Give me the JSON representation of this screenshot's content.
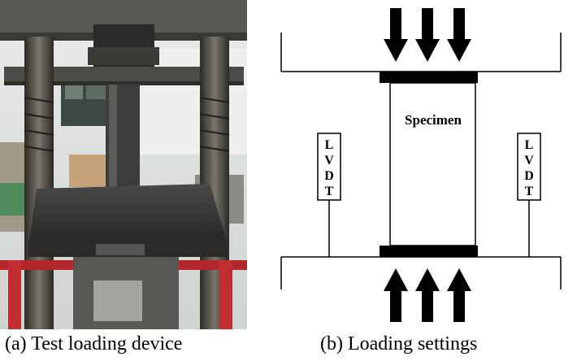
{
  "captions": {
    "a": "(a) Test loading device",
    "b": "(b) Loading settings"
  },
  "diagram": {
    "specimen_label": "Specimen",
    "lvdt_left": [
      "L",
      "V",
      "D",
      "T"
    ],
    "lvdt_right": [
      "L",
      "V",
      "D",
      "T"
    ]
  }
}
